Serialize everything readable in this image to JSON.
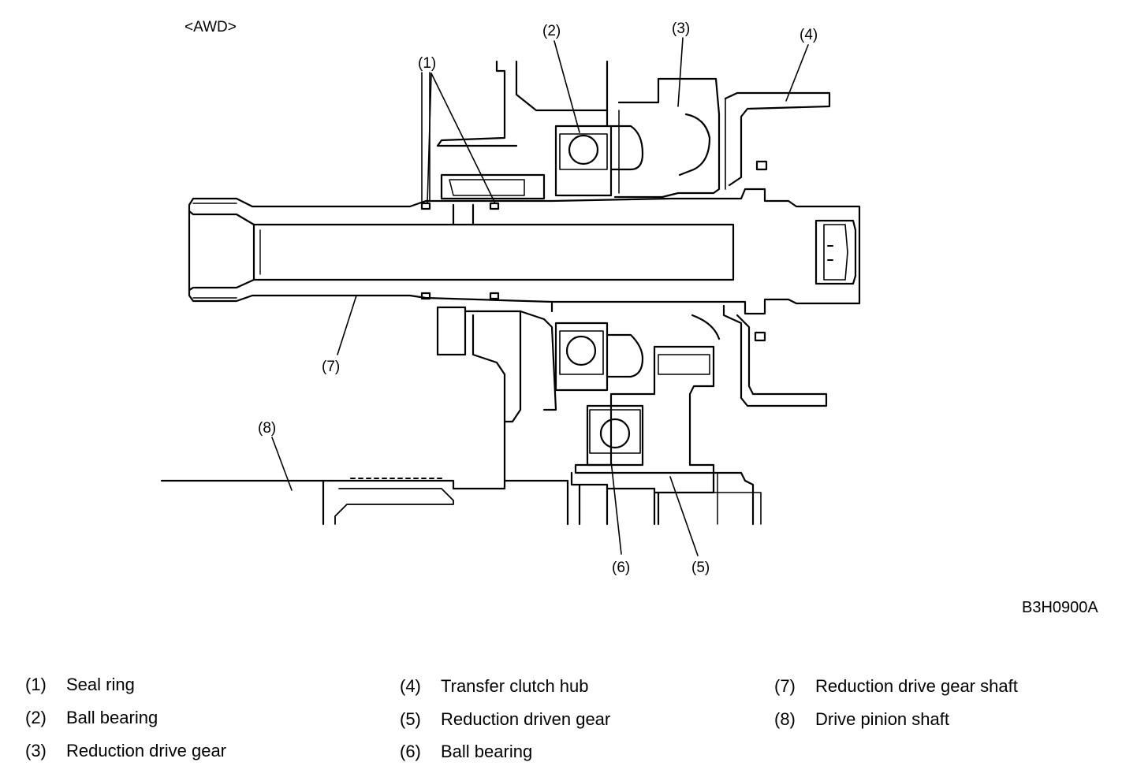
{
  "header": {
    "variant": "<AWD>"
  },
  "figure_code": "B3H0900A",
  "callouts": {
    "c1": "(1)",
    "c2": "(2)",
    "c3": "(3)",
    "c4": "(4)",
    "c5": "(5)",
    "c6": "(6)",
    "c7": "(7)",
    "c8": "(8)"
  },
  "legend": [
    {
      "num": "(1)",
      "label": "Seal ring"
    },
    {
      "num": "(2)",
      "label": "Ball bearing"
    },
    {
      "num": "(3)",
      "label": "Reduction drive gear"
    },
    {
      "num": "(4)",
      "label": "Transfer clutch hub"
    },
    {
      "num": "(5)",
      "label": "Reduction driven gear"
    },
    {
      "num": "(6)",
      "label": "Ball bearing"
    },
    {
      "num": "(7)",
      "label": "Reduction drive gear shaft"
    },
    {
      "num": "(8)",
      "label": "Drive pinion shaft"
    }
  ]
}
